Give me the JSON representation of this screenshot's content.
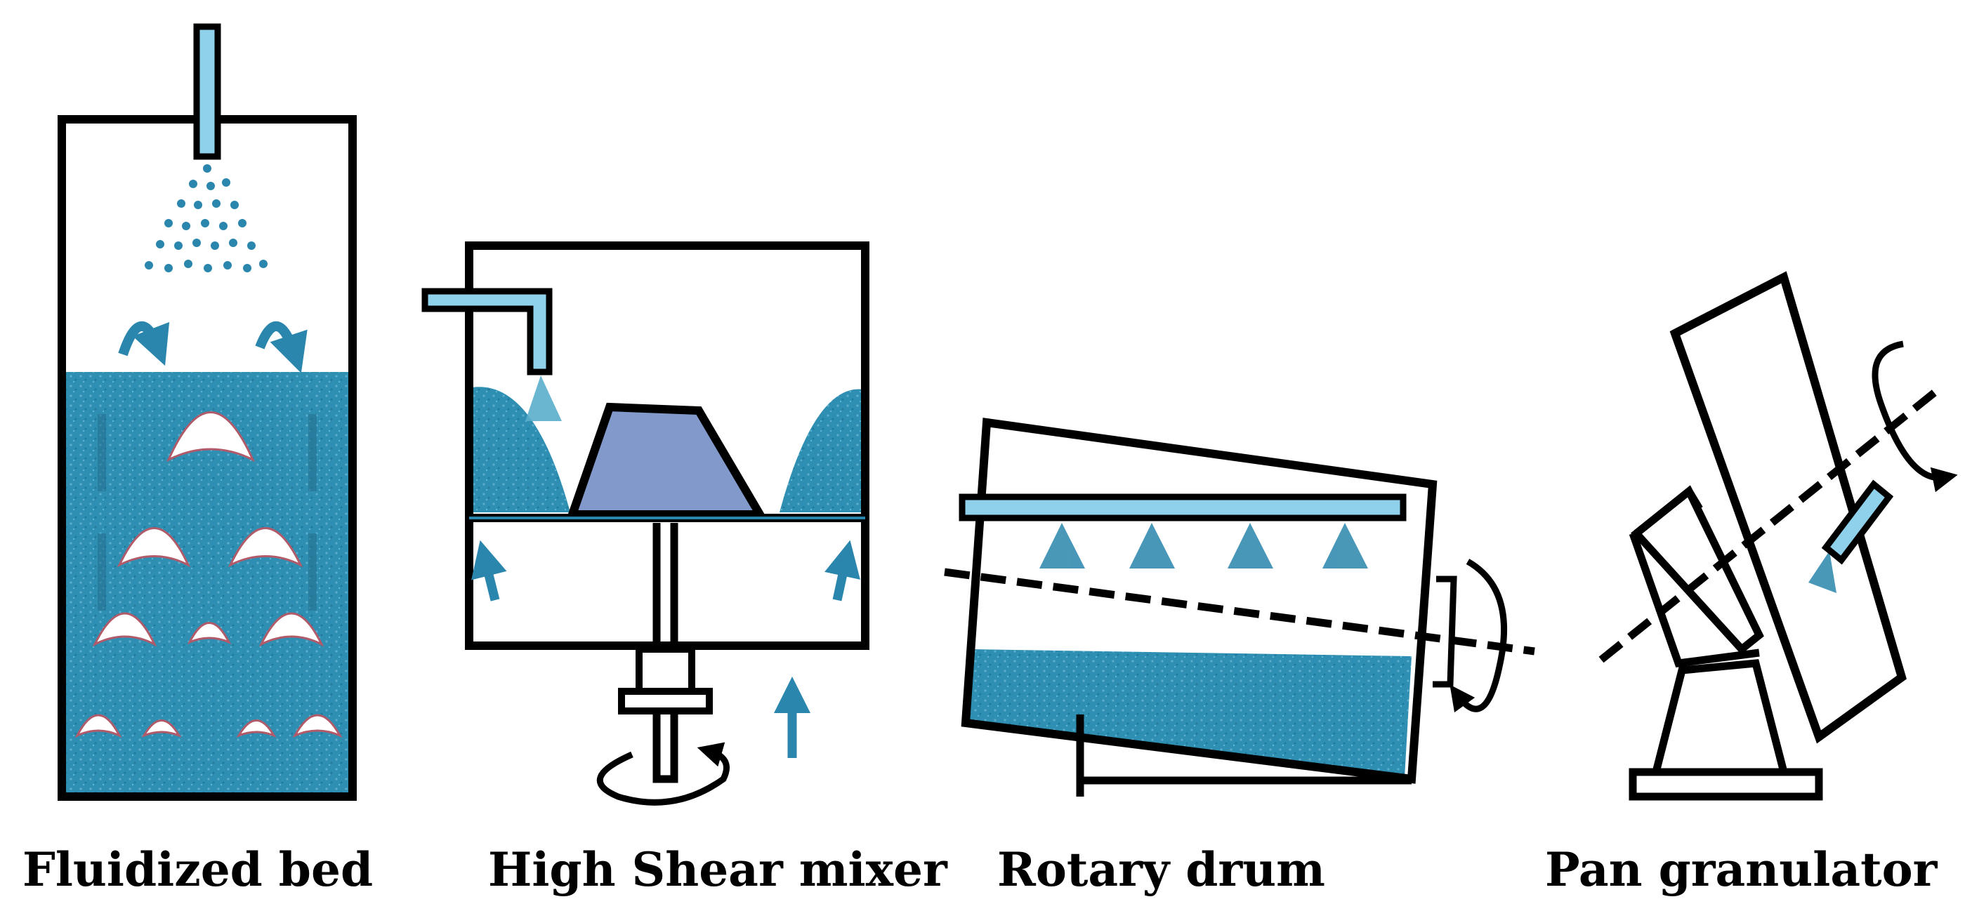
{
  "labels": {
    "fluidized_bed": "Fluidized bed",
    "high_shear_mixer": "High Shear mixer",
    "rotary_drum": "Rotary drum",
    "pan_granulator": "Pan granulator"
  },
  "colors": {
    "outline": "#000000",
    "bed_blue": "#2f8fb3",
    "nozzle_blue": "#8fd0ea",
    "impeller_blue": "#8299cc",
    "arrow_blue": "#2a86ac",
    "bubble_white": "#ffffff"
  },
  "icons": {
    "spray": "spray-droplets-icon",
    "rotation": "rotation-arrow-icon",
    "air_flow": "air-flow-arrow-icon"
  }
}
